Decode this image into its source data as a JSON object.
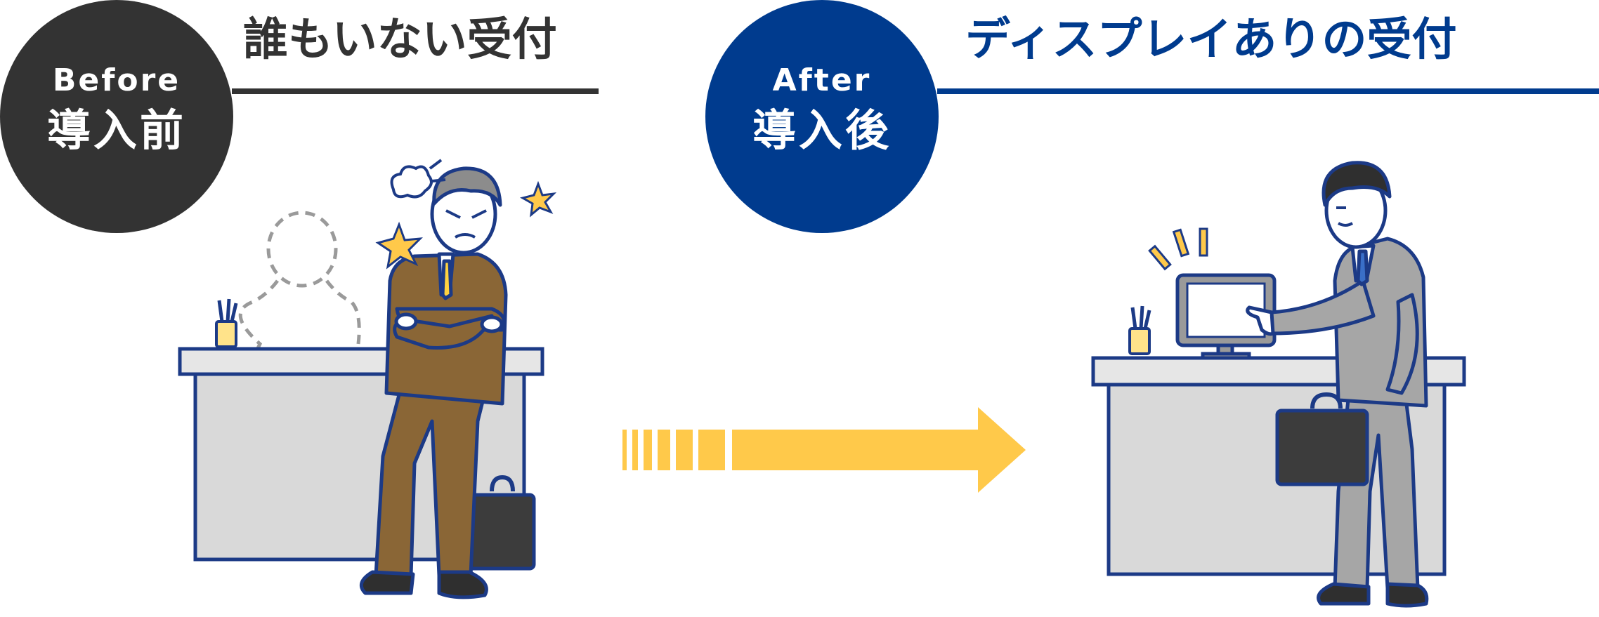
{
  "before": {
    "badge_en": "Before",
    "badge_jp": "導入前",
    "title": "誰もいない受付"
  },
  "after": {
    "badge_en": "After",
    "badge_jp": "導入後",
    "title": "ディスプレイありの受付"
  },
  "colors": {
    "dark": "#333333",
    "navy": "#003b8e",
    "arrow": "#ffc94a",
    "counter": "#d9d9d9",
    "brown_suit": "#8a6636",
    "gray_suit": "#a6a6a6"
  }
}
